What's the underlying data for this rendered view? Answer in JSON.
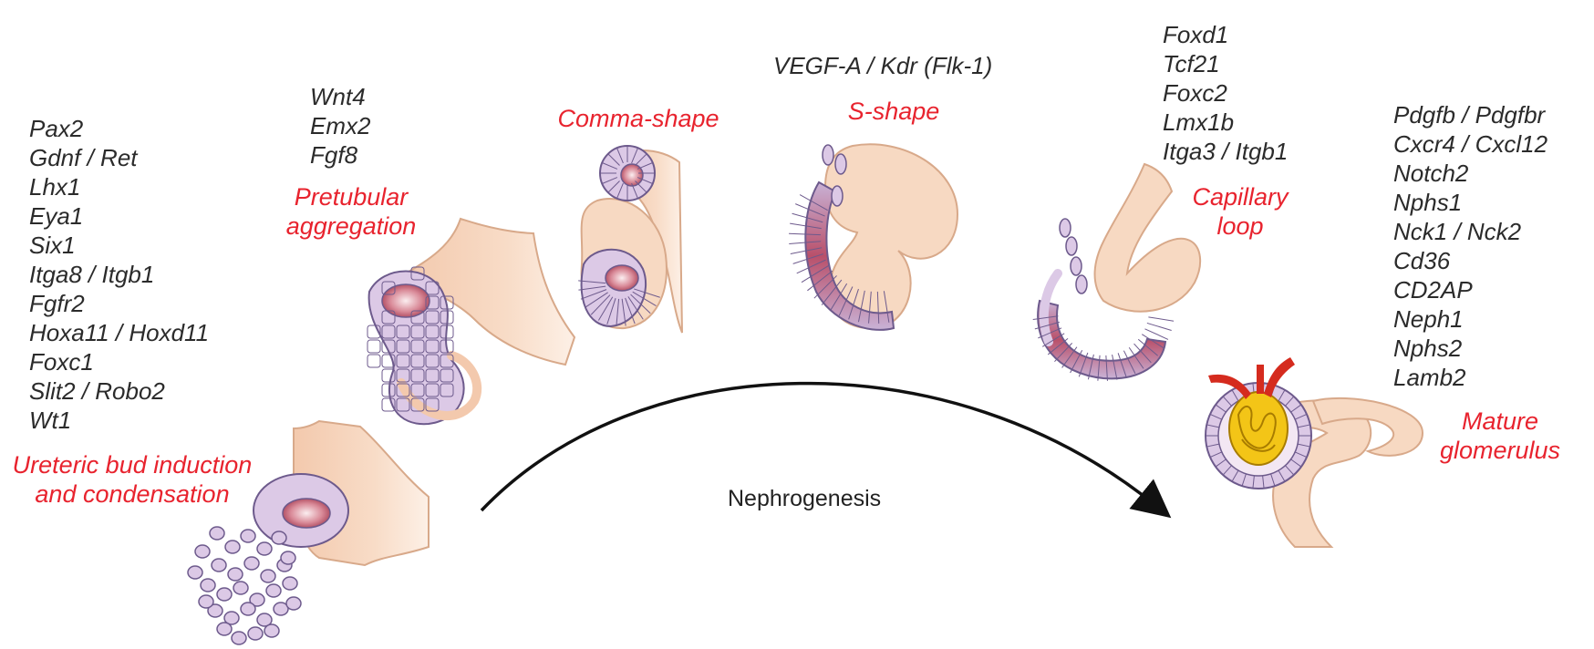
{
  "colors": {
    "label_red": "#e8232e",
    "text_dark": "#2b2b2b",
    "tissue_peach": "#f7d9c2",
    "tissue_outline": "#d8a98a",
    "cell_lilac": "#dcc9e6",
    "cell_outline": "#6d5a8c",
    "lumen_red": "#b34a5c",
    "glomerulus_yellow": "#f3c517",
    "vessel_red": "#d52b1e",
    "arrow_black": "#111111"
  },
  "stages": [
    {
      "id": "ureteric-bud",
      "lines": [
        "Ureteric bud induction",
        "and condensation"
      ]
    },
    {
      "id": "pretubular",
      "lines": [
        "Pretubular",
        "aggregation"
      ]
    },
    {
      "id": "comma",
      "lines": [
        "Comma-shape"
      ]
    },
    {
      "id": "s-shape",
      "lines": [
        "S-shape"
      ]
    },
    {
      "id": "capillary-loop",
      "lines": [
        "Capillary",
        "loop"
      ]
    },
    {
      "id": "mature-glomerulus",
      "lines": [
        "Mature",
        "glomerulus"
      ]
    }
  ],
  "gene_lists": {
    "ureteric_bud": [
      "Pax2",
      "Gdnf / Ret",
      "Lhx1",
      "Eya1",
      "Six1",
      "Itga8 / Itgb1",
      "Fgfr2",
      "Hoxa11 / Hoxd11",
      "Foxc1",
      "Slit2 / Robo2",
      "Wt1"
    ],
    "pretubular": [
      "Wnt4",
      "Emx2",
      "Fgf8"
    ],
    "s_shape": [
      "VEGF-A / Kdr (Flk-1)"
    ],
    "capillary_loop": [
      "Foxd1",
      "Tcf21",
      "Foxc2",
      "Lmx1b",
      "Itga3 / Itgb1"
    ],
    "mature_glomerulus": [
      "Pdgfb / Pdgfbr",
      "Cxcr4 / Cxcl12",
      "Notch2",
      "Nphs1",
      "Nck1 / Nck2",
      "Cd36",
      "CD2AP",
      "Neph1",
      "Nphs2",
      "Lamb2"
    ]
  },
  "arrow_label": "Nephrogenesis"
}
